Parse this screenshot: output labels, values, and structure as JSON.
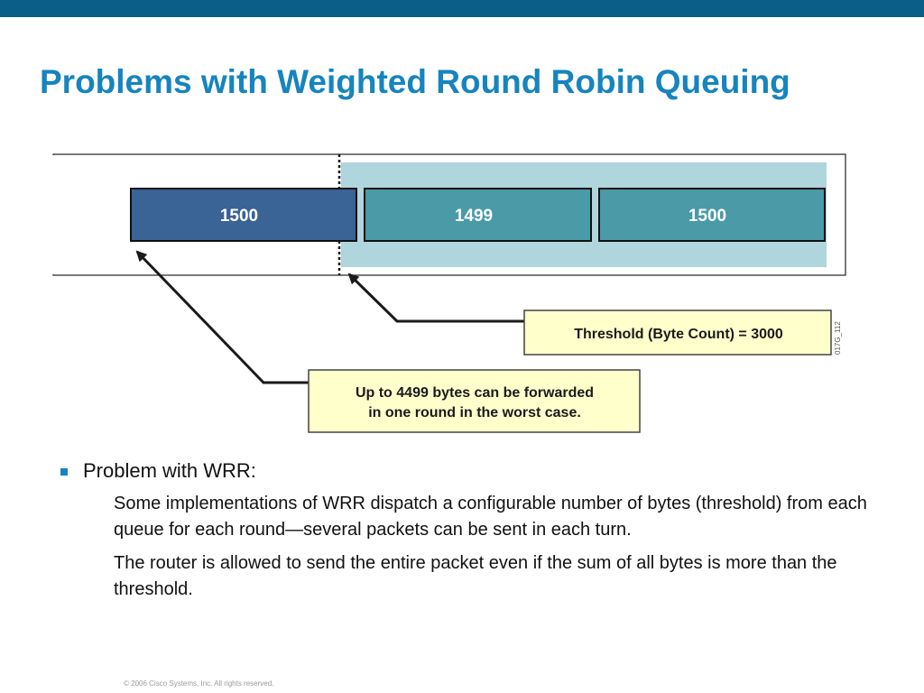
{
  "slide": {
    "title": "Problems with Weighted Round Robin Queuing",
    "footer": "© 2006 Cisco Systems, Inc. All rights reserved."
  },
  "diagram": {
    "packets": [
      {
        "label": "1500",
        "color": "#3a6396"
      },
      {
        "label": "1499",
        "color": "#4a9aa8"
      },
      {
        "label": "1500",
        "color": "#4a9aa8"
      }
    ],
    "threshold_callout": "Threshold (Byte Count) = 3000",
    "worst_case_callout": [
      "Up to 4499 bytes can be forwarded",
      "in one round in the worst case."
    ],
    "figure_id": "017G_112",
    "colors": {
      "round_region": "#afd5dd",
      "callout_fill": "#ffffcc",
      "arrow": "#1a1a1a"
    }
  },
  "content": {
    "bullet": "Problem with WRR:",
    "paragraphs": [
      "Some implementations of WRR dispatch a configurable number of bytes (threshold) from each queue for each round—several packets can be sent in each turn.",
      "The router is allowed to send the entire packet even if the sum of all bytes is more than the threshold."
    ]
  }
}
